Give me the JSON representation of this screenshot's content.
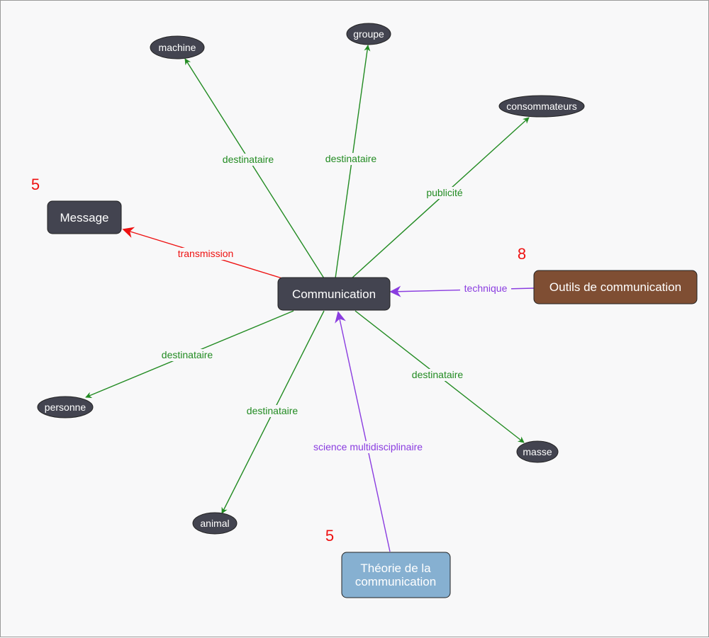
{
  "diagram": {
    "colors": {
      "background": "#f8f8f9",
      "node_dark": "#434450",
      "node_brown": "#7f4e33",
      "node_blue": "#86b0d1",
      "edge_green": "#228b22",
      "edge_red": "#ee1111",
      "edge_purple": "#8a3ce0",
      "badge": "#ee1111"
    },
    "nodes": {
      "communication": "Communication",
      "message": "Message",
      "outils": "Outils de communication",
      "theorie_line1": "Théorie de la",
      "theorie_line2": "communication",
      "machine": "machine",
      "groupe": "groupe",
      "consommateurs": "consommateurs",
      "personne": "personne",
      "animal": "animal",
      "masse": "masse"
    },
    "edges": {
      "machine": "destinataire",
      "groupe": "destinataire",
      "consommateurs": "publicité",
      "message": "transmission",
      "outils": "technique",
      "personne": "destinataire",
      "animal": "destinataire",
      "masse": "destinataire",
      "theorie": "science multidisciplinaire"
    },
    "badges": {
      "message": "5",
      "outils": "8",
      "theorie": "5"
    }
  }
}
